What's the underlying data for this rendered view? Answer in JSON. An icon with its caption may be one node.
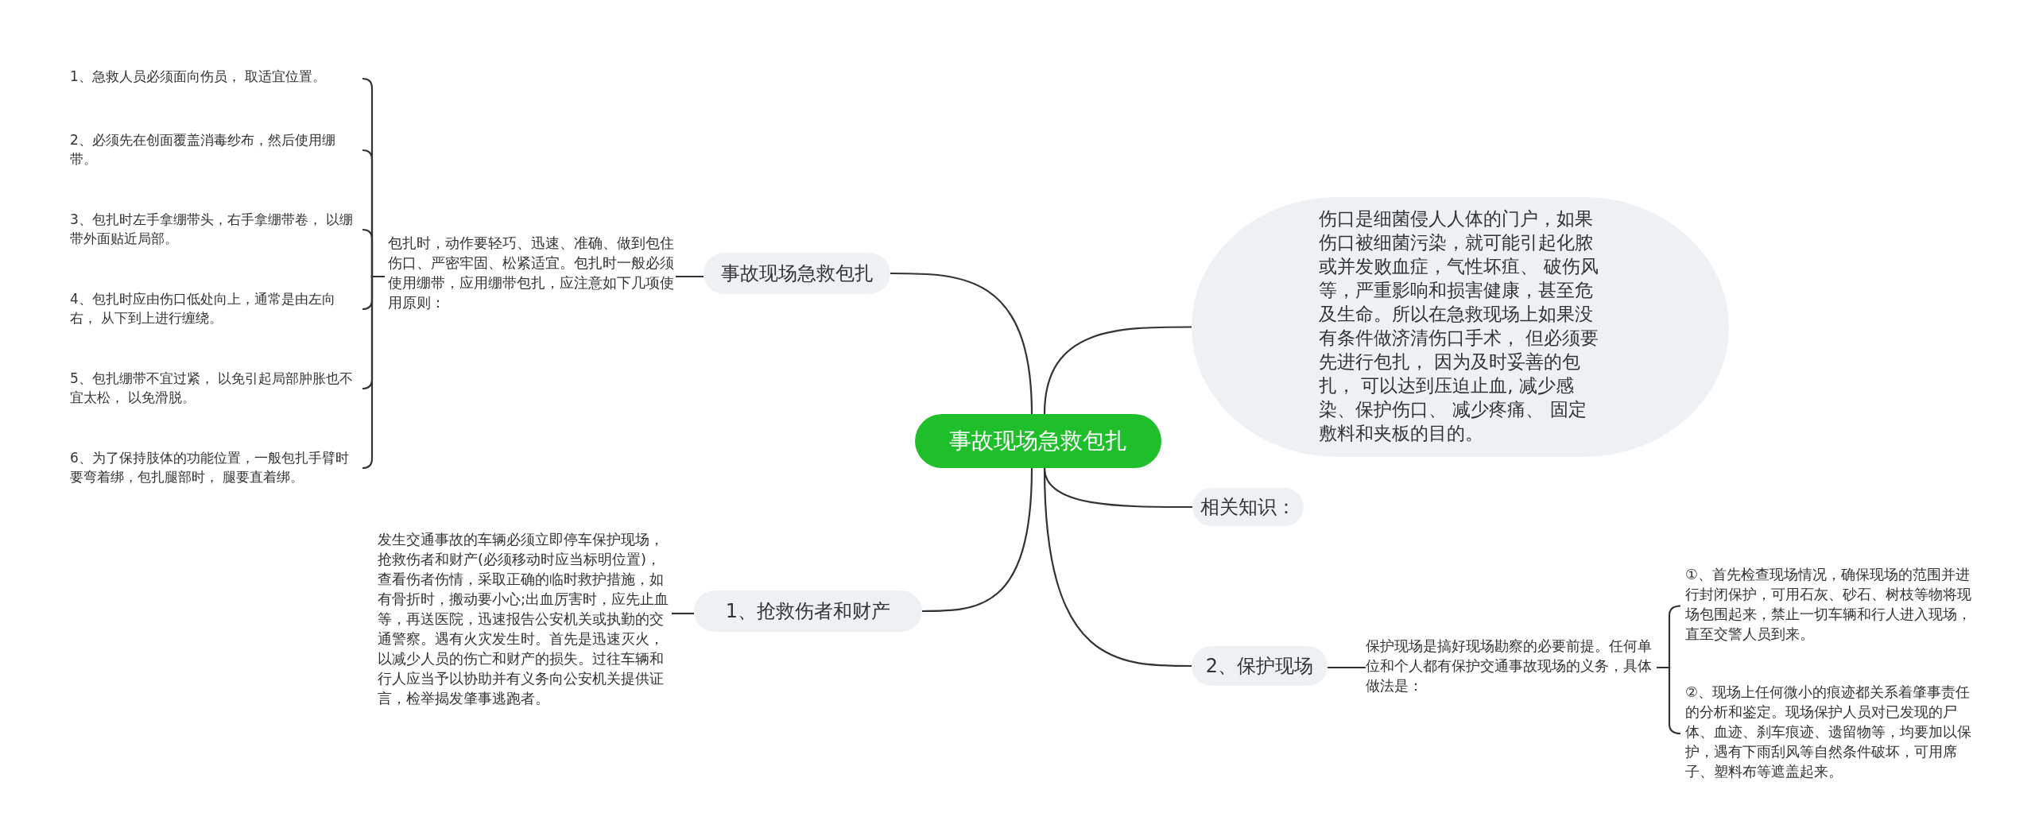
{
  "diagram": {
    "nodes": [
      {
        "text": [
          "事故现场急救包扎"
        ]
      },
      {
        "text": [
          "事故现场急救包扎"
        ]
      },
      {
        "text": [
          "包扎时，动作要轻巧、迅速、准确、做到包住伤口、严密牢固、松紧适宜。包扎时一般必须使用绷带，应用绷带包扎，应注意如下几项使用原则："
        ]
      },
      {
        "text": [
          "1、急救人员必须面向伤员， 取适宜位置。"
        ]
      },
      {
        "text": [
          "2、必须先在创面覆盖消毒纱布，然后使用绷带。"
        ]
      },
      {
        "text": [
          "3、包扎时左手拿绷带头，右手拿绷带卷， 以绷带外面贴近局部。"
        ]
      },
      {
        "text": [
          "4、包扎时应由伤口低处向上，通常是由左向右， 从下到上进行缠绕。"
        ]
      },
      {
        "text": [
          "5、包扎绷带不宜过紧， 以免引起局部肿胀也不宜太松， 以免滑脱。"
        ]
      },
      {
        "text": [
          "6、为了保持肢体的功能位置，一般包扎手臂时要弯着绑，包扎腿部时， 腿要直着绑。"
        ]
      },
      {
        "text": [
          "伤口是细菌侵人人体的门户，如果伤口被细菌污染，就可能引起化脓或并发败血症，气性坏疽、 破伤风等，严重影响和损害健康，甚至危及生命。所以在急救现场上如果没有条件做济清伤口手术， 但必须要先进行包扎， 因为及时妥善的包扎， 可以达到压迫止血, 减少感染、保护伤口、 减少疼痛、 固定敷料和夹板的目的。"
        ]
      },
      {
        "text": [
          "相关知识："
        ]
      },
      {
        "text": [
          "1、抢救伤者和财产"
        ]
      },
      {
        "text": [
          "发生交通事故的车辆必须立即停车保护现场，抢救伤者和财产(必须移动时应当标明位置)，查看伤者伤情，采取正确的临时救护措施，如有骨折时，搬动要小心;出血厉害时，应先止血等，再送医院，迅速报告公安机关或执勤的交通警察。遇有火灾发生时。首先是迅速灭火，以减少人员的伤亡和财产的损失。过往车辆和行人应当予以协助并有义务向公安机关提供证言，检举揭发肇事逃跑者。"
        ]
      },
      {
        "text": [
          "2、保护现场"
        ]
      },
      {
        "text": [
          "保护现场是搞好现场勘察的必要前提。任何单位和个人都有保护交通事故现场的义务，具体做法是："
        ]
      },
      {
        "text": [
          "①、首先检查现场情况，确保现场的范围并进行封闭保护，可用石灰、砂石、树枝等物将现场包围起来，禁止一切车辆和行人进入现场，直至交警人员到来。"
        ]
      },
      {
        "text": [
          "②、现场上任何微小的痕迹都关系着肇事责任的分析和鉴定。现场保护人员对已发现的尸体、血迹、刹车痕迹、遗留物等，均要加以保护，遇有下雨刮风等自然条件破坏，可用席子、塑料布等遮盖起来。"
        ]
      }
    ],
    "edges": [
      {
        "from": 0,
        "to": 1,
        "arrow": "none"
      },
      {
        "from": 1,
        "to": 2,
        "arrow": "none"
      },
      {
        "from": 2,
        "to": 3,
        "arrow": "none"
      },
      {
        "from": 2,
        "to": 4,
        "arrow": "none"
      },
      {
        "from": 2,
        "to": 5,
        "arrow": "none"
      },
      {
        "from": 2,
        "to": 6,
        "arrow": "none"
      },
      {
        "from": 2,
        "to": 7,
        "arrow": "none"
      },
      {
        "from": 2,
        "to": 8,
        "arrow": "none"
      },
      {
        "from": 0,
        "to": 9,
        "arrow": "none"
      },
      {
        "from": 0,
        "to": 10,
        "arrow": "none"
      },
      {
        "from": 0,
        "to": 11,
        "arrow": "none"
      },
      {
        "from": 11,
        "to": 12,
        "arrow": "none"
      },
      {
        "from": 0,
        "to": 13,
        "arrow": "none"
      },
      {
        "from": 13,
        "to": 14,
        "arrow": "none"
      },
      {
        "from": 14,
        "to": 15,
        "arrow": "none"
      },
      {
        "from": 14,
        "to": 16,
        "arrow": "none"
      }
    ]
  }
}
